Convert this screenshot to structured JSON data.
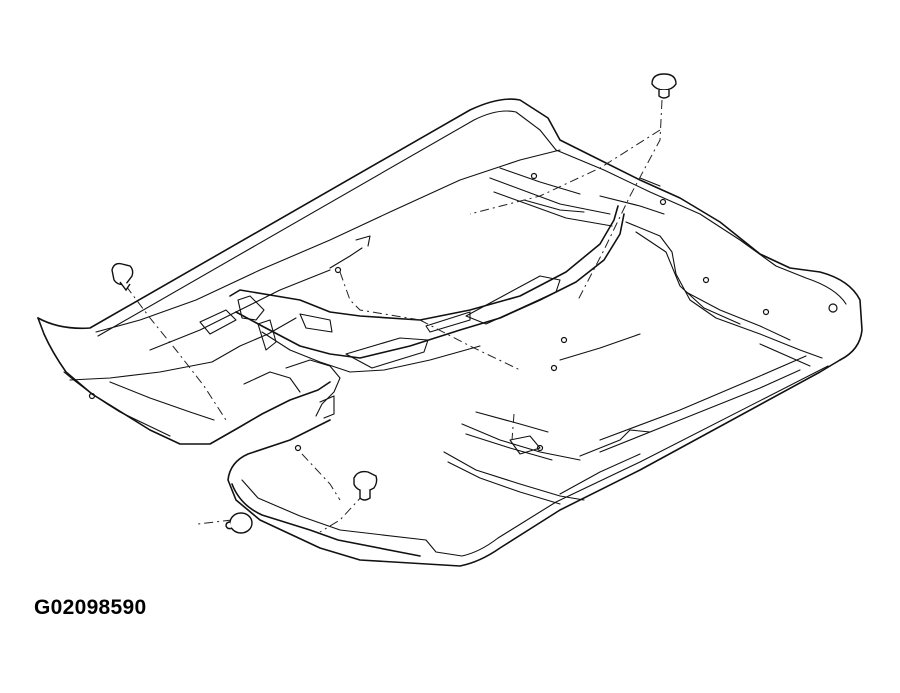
{
  "figure": {
    "code": "G02098590"
  },
  "colors": {
    "line": "#111111",
    "background": "#ffffff"
  },
  "parts": {
    "floor_carpet": "floor-carpet-outline",
    "clips": [
      "clip-top-right",
      "clip-left",
      "clip-bottom-center",
      "clip-bottom-left"
    ]
  }
}
